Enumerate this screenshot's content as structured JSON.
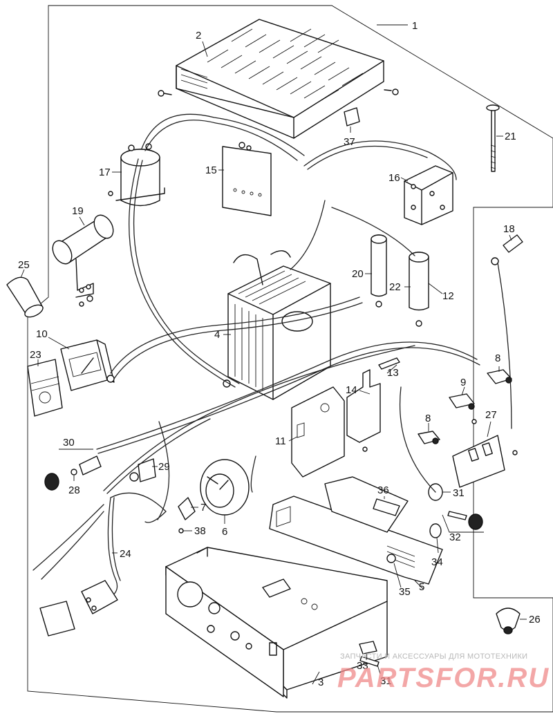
{
  "callouts": {
    "c1": "1",
    "c2": "2",
    "c3": "3",
    "c4": "4",
    "c5": "5",
    "c6": "6",
    "c7": "7",
    "c8a": "8",
    "c8b": "8",
    "c9": "9",
    "c10": "10",
    "c11": "11",
    "c12": "12",
    "c13": "13",
    "c14": "14",
    "c15": "15",
    "c16": "16",
    "c17": "17",
    "c18": "18",
    "c19": "19",
    "c20": "20",
    "c21": "21",
    "c22": "22",
    "c23": "23",
    "c24": "24",
    "c25": "25",
    "c26": "26",
    "c27": "27",
    "c28": "28",
    "c29": "29",
    "c30": "30",
    "c31a": "31",
    "c31b": "31",
    "c32": "32",
    "c33": "33",
    "c34": "34",
    "c35": "35",
    "c36": "36",
    "c37": "37",
    "c38": "38"
  },
  "watermark": {
    "caption": "ЗАПЧАСТИ И АКСЕССУАРЫ ДЛЯ МОТОТЕХНИКИ",
    "brand": "PARTSFOR.RU"
  }
}
